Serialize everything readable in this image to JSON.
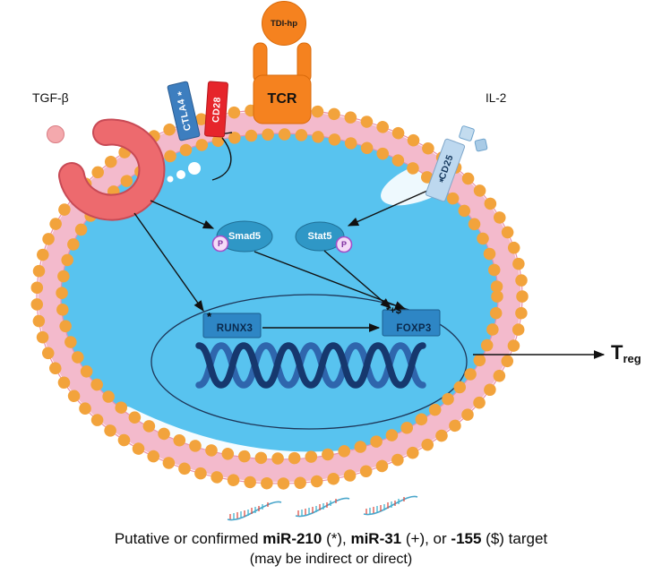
{
  "colors": {
    "cytoplasm": "#58C3EF",
    "membrane_band": "#F3BACC",
    "membrane_heads_orange": "#F2A33C",
    "tcr_orange": "#F5821F",
    "ctla4_blue": "#3D7EBF",
    "cd28_red": "#E6252B",
    "cd25_lightblue": "#BDD8EF",
    "tgfb_receptor_pink": "#ED6A6E",
    "protein_ellipse_blue": "#2F97C6",
    "phospho_purple": "#A24FC8",
    "gene_box_blue": "#2E86C5",
    "dna_navy": "#16386E",
    "arrow_black": "#111111"
  },
  "ligands": {
    "tdi_hp": "TDI-hp",
    "tgfb": "TGF-β",
    "il2": "IL-2"
  },
  "receptors": {
    "tcr": "TCR",
    "ctla4": "CTLA4",
    "ctla4_mark": "*",
    "cd28": "CD28",
    "cd25": "CD25",
    "cd25_mark": "*"
  },
  "signaling": {
    "smad5": "Smad5",
    "stat5": "Stat5",
    "phospho": "P"
  },
  "genes": {
    "runx3": "RUNX3",
    "runx3_mark": "*",
    "foxp3": "FOXP3",
    "foxp3_mark": "*+$"
  },
  "output": {
    "t": "T",
    "sub": "reg"
  },
  "legend_icons": {
    "name": "mirna-hairpin-icon",
    "count": 3
  },
  "caption": {
    "line1_segments": [
      {
        "text": "Putative or confirmed "
      },
      {
        "text": "miR-210",
        "bold": true
      },
      {
        "text": " (*), "
      },
      {
        "text": "miR-31",
        "bold": true
      },
      {
        "text": " (+), or "
      },
      {
        "text": "-155",
        "bold": true
      },
      {
        "text": " ($) target"
      }
    ],
    "line2": "(may be indirect or direct)"
  }
}
